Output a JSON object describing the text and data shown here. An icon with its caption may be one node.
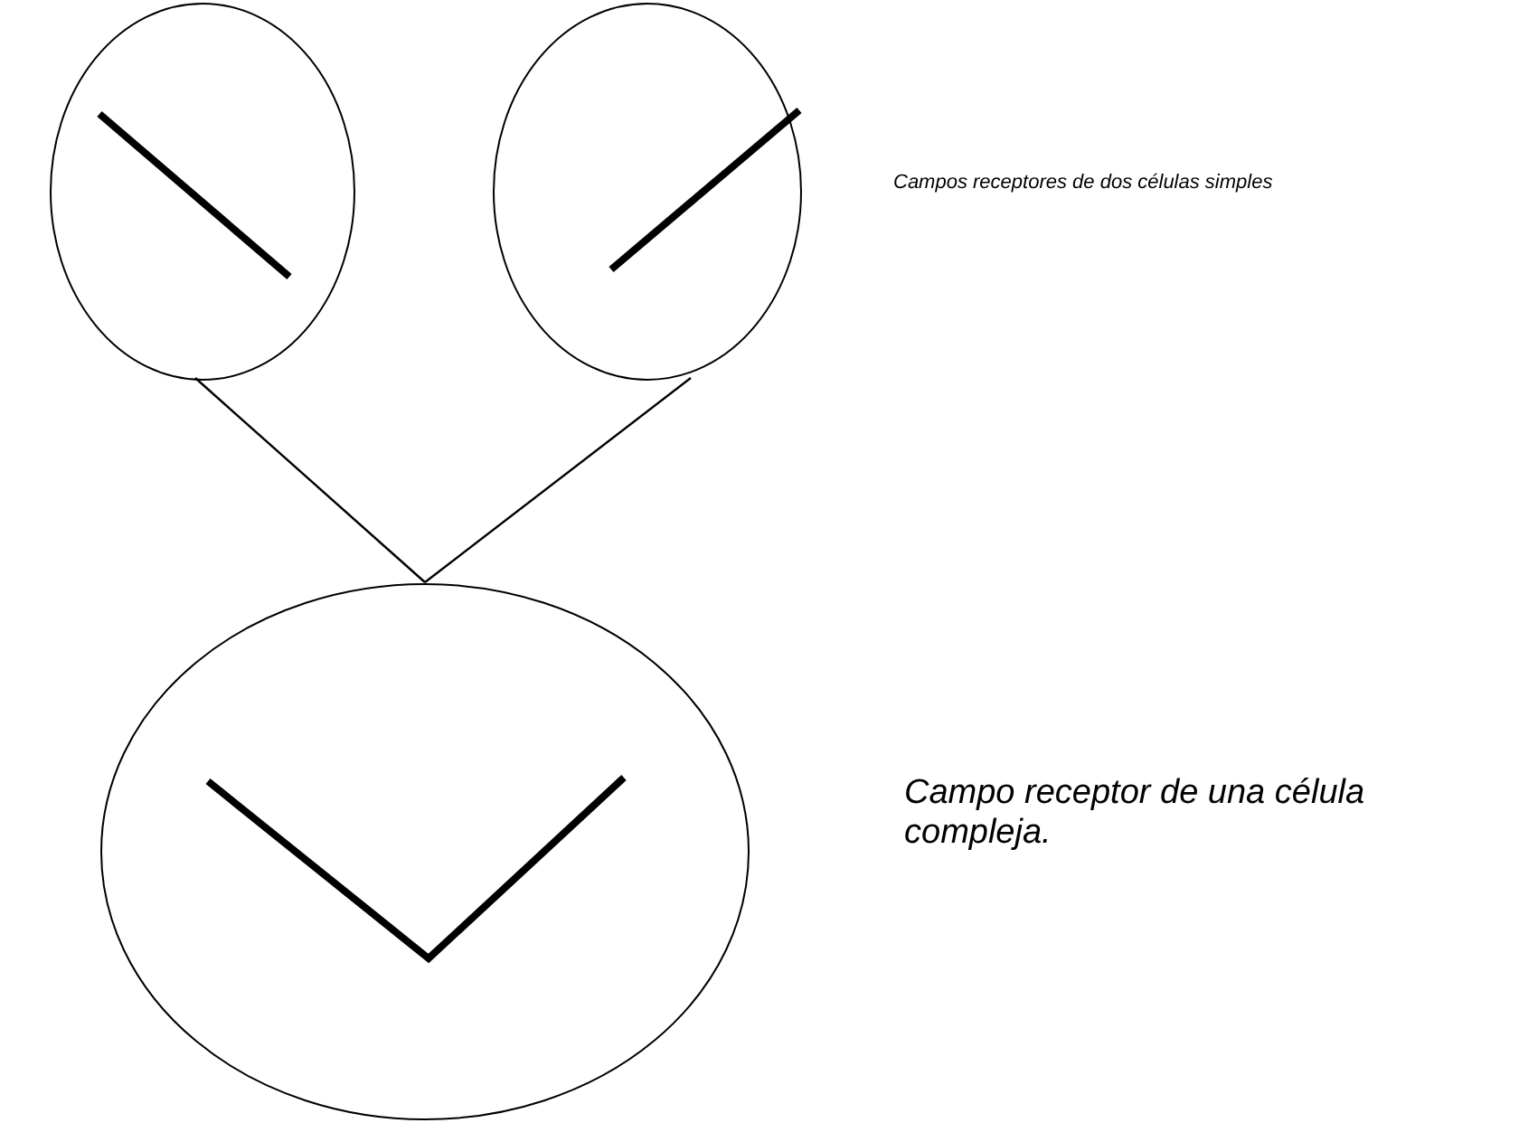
{
  "diagram": {
    "nodes": [
      {
        "text": [],
        "shape": "circle"
      },
      {
        "text": [],
        "shape": "circle"
      },
      {
        "text": [],
        "shape": "circle"
      }
    ],
    "edges": [
      {
        "from": 0,
        "to": 2,
        "arrow": "none"
      },
      {
        "from": 1,
        "to": 2,
        "arrow": "none"
      }
    ],
    "labels": [
      "Campos receptores de dos células simples",
      "Campo receptor de una célula compleja."
    ]
  }
}
